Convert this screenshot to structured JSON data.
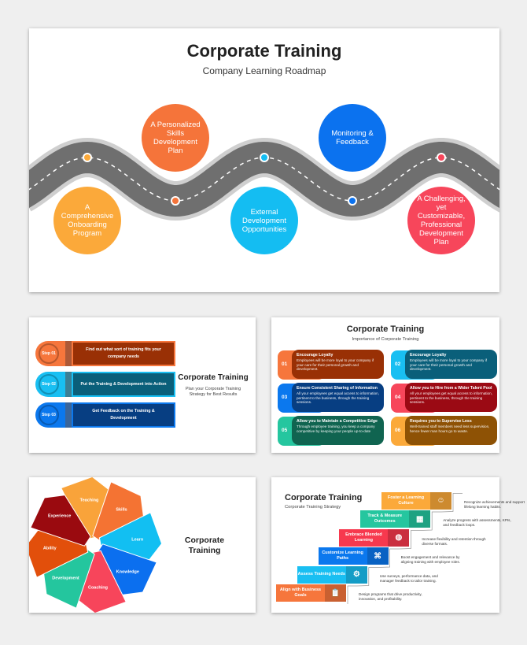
{
  "slide1": {
    "title": "Corporate Training",
    "subtitle": "Company Learning Roadmap",
    "milestones": [
      {
        "label": "A Comprehensive Onboarding Program",
        "color": "#fba93a"
      },
      {
        "label": "A Personalized Skills Development Plan",
        "color": "#f5743a"
      },
      {
        "label": "External Development Opportunities",
        "color": "#14bdf2"
      },
      {
        "label": "Monitoring & Feedback",
        "color": "#0b72ef"
      },
      {
        "label": "A Challenging, yet Customizable, Professional Development Plan",
        "color": "#f7465b"
      }
    ]
  },
  "slide2": {
    "title": "Corporate Training",
    "subtitle": "Plan your Corporate Training Strategy for Best Results",
    "steps": [
      {
        "step": "Step 01",
        "text": "Find out what sort of training fits your company needs",
        "cap": "#f6763c",
        "bar": "#993005"
      },
      {
        "step": "Step 02",
        "text": "Put the Training & Development into Action",
        "cap": "#19bff2",
        "bar": "#0a5f7a"
      },
      {
        "step": "Step 03",
        "text": "Get Feedback on the Training & Development",
        "cap": "#0b78ee",
        "bar": "#073e82"
      }
    ]
  },
  "slide3": {
    "title": "Corporate Training",
    "subtitle": "Importance of Corporate Training",
    "cards": [
      {
        "num": "01",
        "title": "Encourage Loyalty",
        "text": "Employees will be more loyal to your company if your care for their personal growth and development.",
        "back": "#f6763c",
        "front": "#993005"
      },
      {
        "num": "02",
        "title": "Encourage Loyalty",
        "text": "Employees will be more loyal to your company if your care for their personal growth and development.",
        "back": "#19bff2",
        "front": "#0a5f7a"
      },
      {
        "num": "03",
        "title": "Ensure Consistent Sharing of Information",
        "text": "All your employees get equal access to information, pertinent to the business, through the training sessions.",
        "back": "#0b78ee",
        "front": "#073e82"
      },
      {
        "num": "04",
        "title": "Allow you to Hire from a Wider Talent Pool",
        "text": "All your employees get equal access to information, pertinent to the business, through the training sessions.",
        "back": "#f7465b",
        "front": "#9b0a14"
      },
      {
        "num": "05",
        "title": "Allow you to Maintain a Competitive Edge",
        "text": "Through employee training, you keep a company competitive by keeping your people up-to-date",
        "back": "#25c69f",
        "front": "#106450"
      },
      {
        "num": "06",
        "title": "Requires you to Supervise Less",
        "text": "Well-trained staff members need less supervision, hence fewer man hours go to waste.",
        "back": "#fba93a",
        "front": "#8e5205"
      }
    ]
  },
  "slide4": {
    "title": "Corporate Training",
    "petals": [
      {
        "label": "Teaching",
        "color": "#f9a33a"
      },
      {
        "label": "Skills",
        "color": "#f47333"
      },
      {
        "label": "Learn",
        "color": "#12bff2"
      },
      {
        "label": "Knowledge",
        "color": "#0b6fef"
      },
      {
        "label": "Coaching",
        "color": "#f7455b"
      },
      {
        "label": "Development",
        "color": "#24c69e"
      },
      {
        "label": "Ability",
        "color": "#e24f0b"
      },
      {
        "label": "Experience",
        "color": "#9a0a0f"
      }
    ]
  },
  "slide5": {
    "title": "Corporate Training",
    "subtitle": "Corporate Training Strategy",
    "steps": [
      {
        "label": "Align with Business Goals",
        "desc": "Design programs that drive productivity, innovation, and profitability.",
        "color": "#f6763c",
        "icon": "clipboard-icon"
      },
      {
        "label": "Assess Training Needs",
        "desc": "Use surveys, performance data, and manager feedback to tailor training.",
        "color": "#19bff2",
        "icon": "analysis-icon"
      },
      {
        "label": "Customize Learning Paths",
        "desc": "Boost engagement and relevance by aligning training with employee roles.",
        "color": "#0b78ee",
        "icon": "path-icon"
      },
      {
        "label": "Embrace Blended Learning",
        "desc": "Increase flexibility and retention through diverse formats.",
        "color": "#f7394e",
        "icon": "globe-learner-icon"
      },
      {
        "label": "Track & Measure Outcomes",
        "desc": "Analyze progress with assessments, KPIs, and feedback loops.",
        "color": "#25c69f",
        "icon": "chart-board-icon"
      },
      {
        "label": "Foster a Learning Culture",
        "desc": "Recognize achievements and support lifelong learning habits.",
        "color": "#fba93a",
        "icon": "team-icon"
      }
    ]
  }
}
